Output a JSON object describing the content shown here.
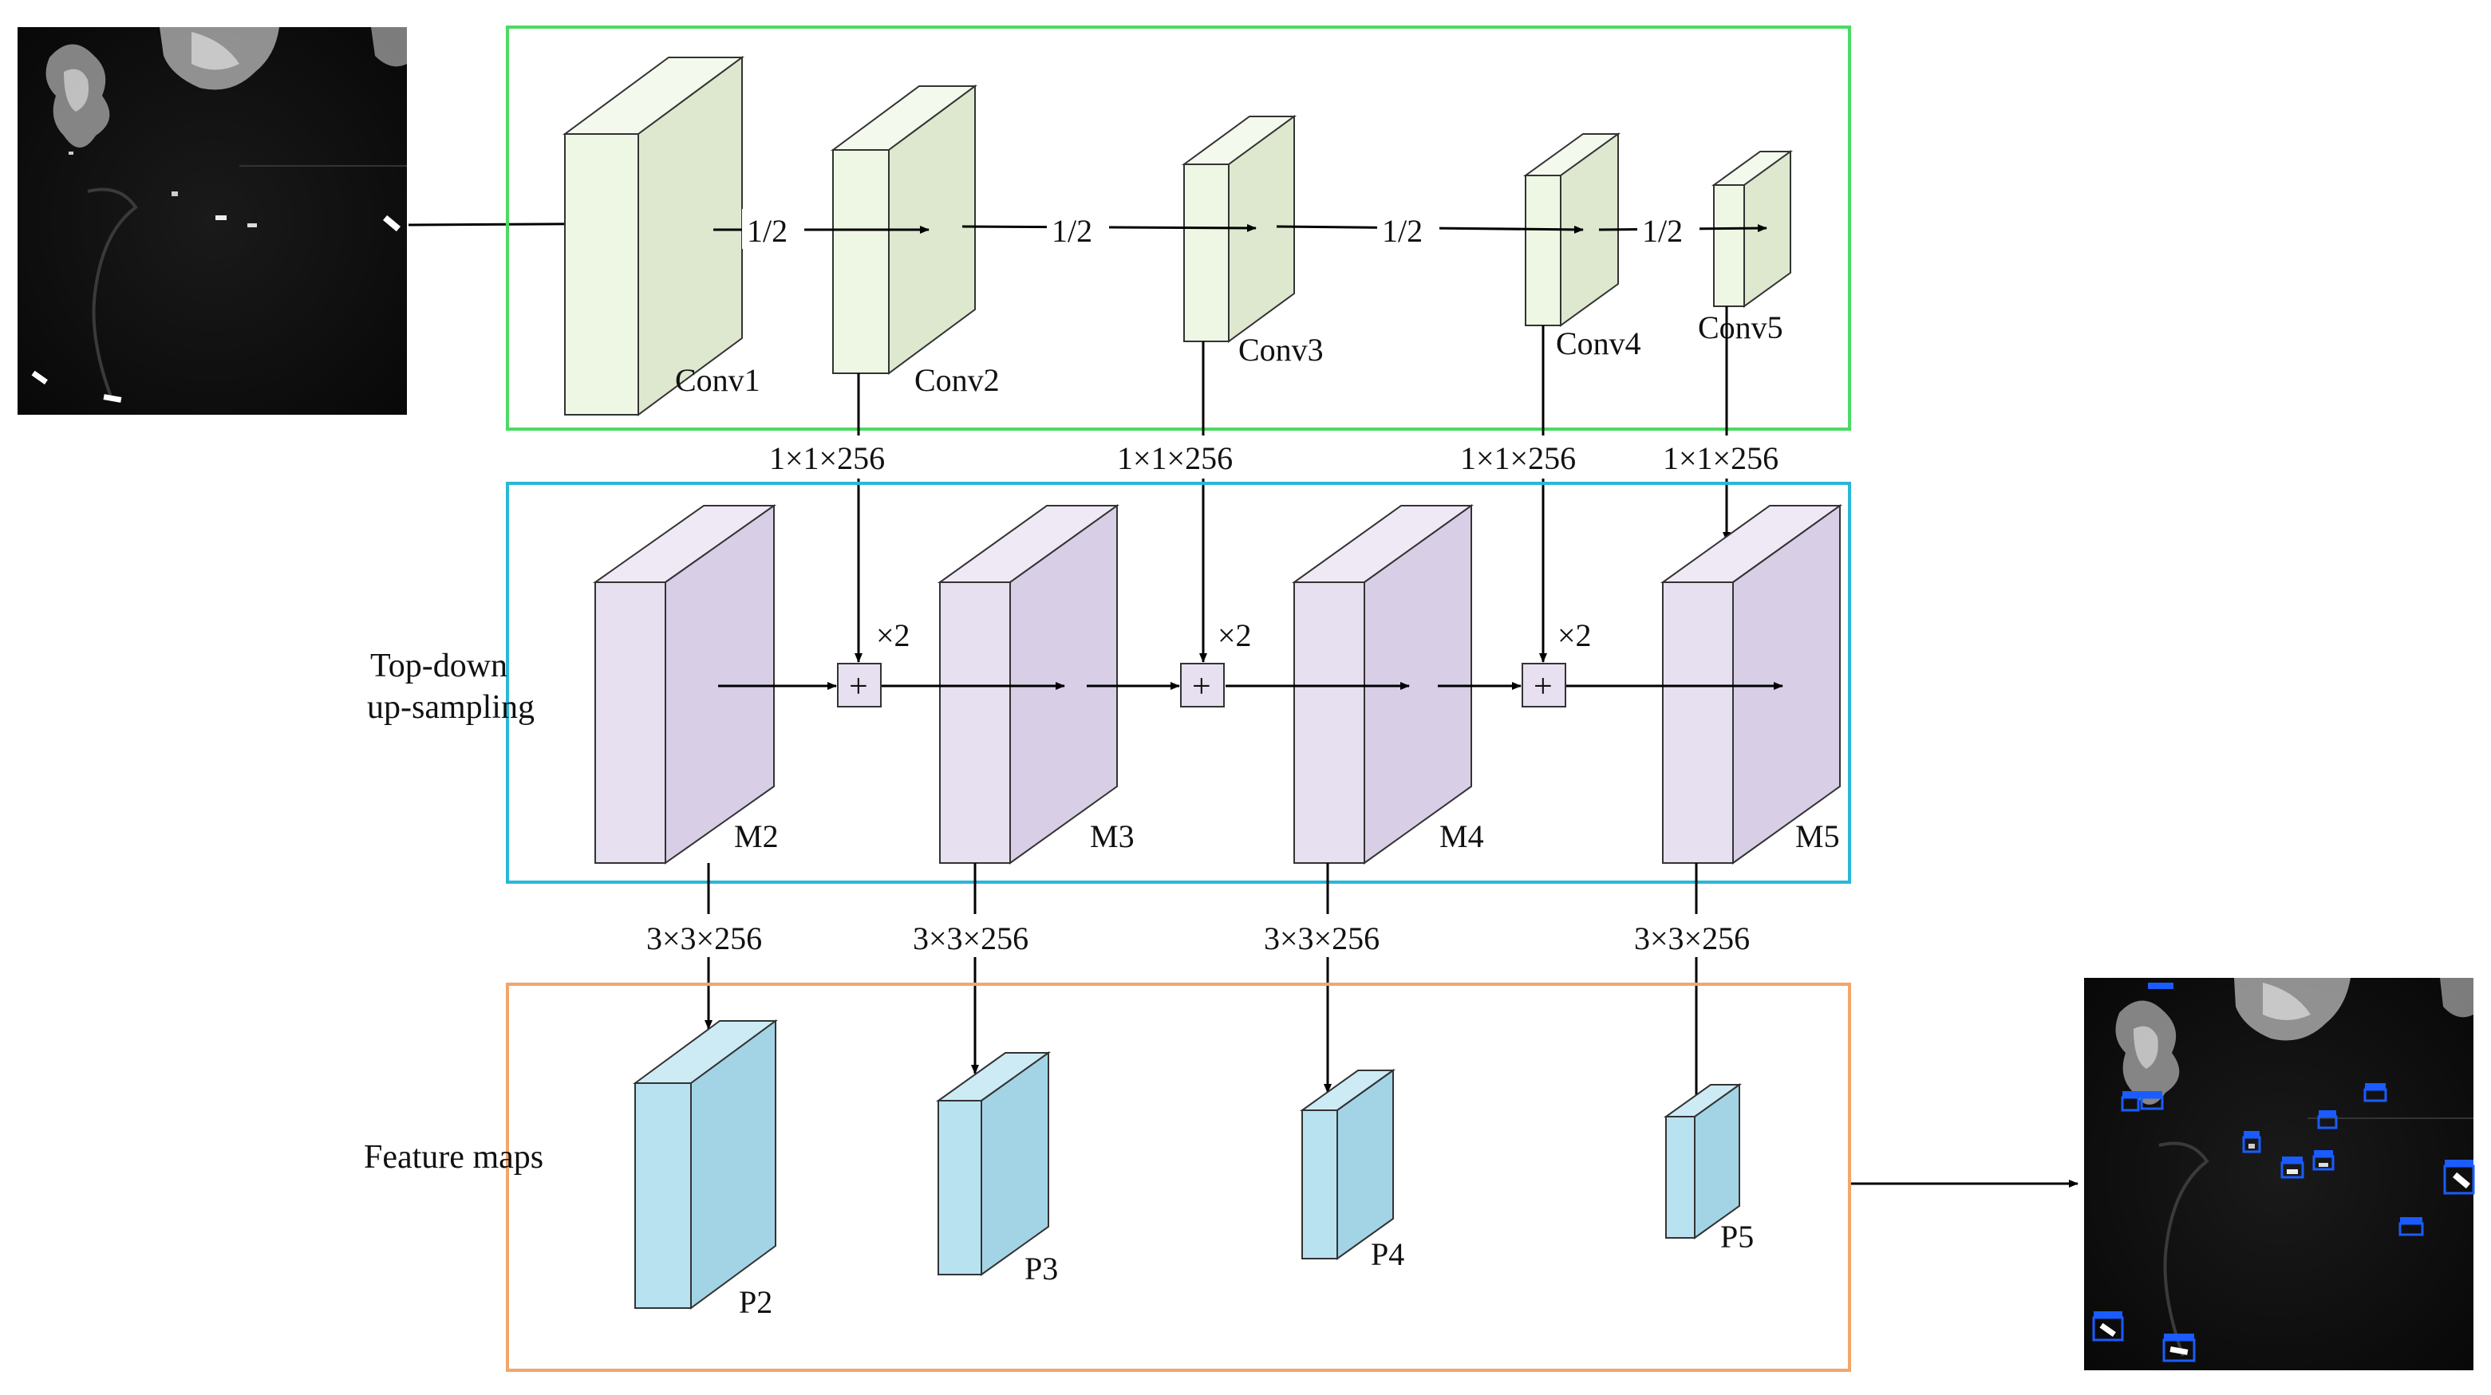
{
  "colors": {
    "encoder_border": "#4cd964",
    "topdown_border": "#2ab7d6",
    "feature_border": "#f2a66b",
    "conv_face": "#eef6e4",
    "conv_side": "#dde8cf",
    "m_face": "#e7e0f0",
    "m_side": "#d8cfe6",
    "p_face": "#b9e2f0",
    "p_side": "#a3d4e6",
    "line": "#000000",
    "image_bg": "#0c0c0c",
    "detection_box": "#1a5cff"
  },
  "encoder": {
    "blocks": [
      "Conv1",
      "Conv2",
      "Conv3",
      "Conv4",
      "Conv5"
    ],
    "downsample_labels": [
      "1/2",
      "1/2",
      "1/2",
      "1/2"
    ]
  },
  "lateral": {
    "labels": [
      "1×1×256",
      "1×1×256",
      "1×1×256",
      "1×1×256"
    ]
  },
  "topdown": {
    "title_line1": "Top-down",
    "title_line2": "up-sampling",
    "blocks": [
      "M2",
      "M3",
      "M4",
      "M5"
    ],
    "upsample_labels": [
      "×2",
      "×2",
      "×2"
    ],
    "add_symbol": "+"
  },
  "output_conv": {
    "labels": [
      "3×3×256",
      "3×3×256",
      "3×3×256",
      "3×3×256"
    ]
  },
  "feature_maps": {
    "title": "Feature maps",
    "blocks": [
      "P2",
      "P3",
      "P4",
      "P5"
    ]
  },
  "images": {
    "input_icon": "sar-input-image",
    "output_icon": "sar-detection-output-image"
  }
}
